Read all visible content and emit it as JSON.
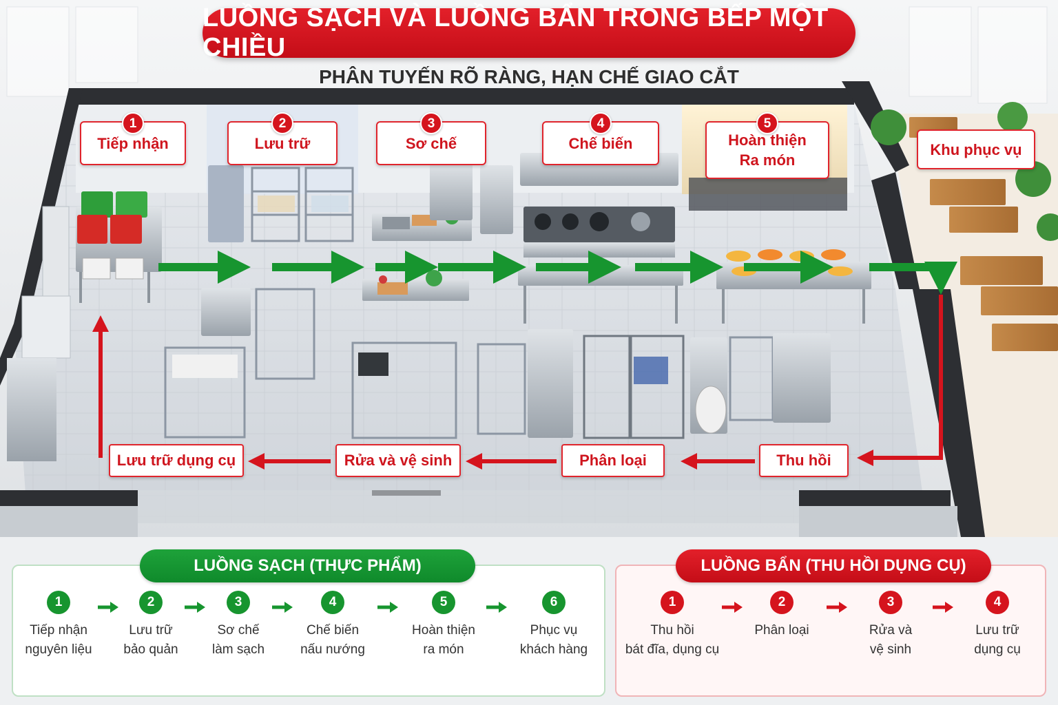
{
  "header": {
    "title": "LUỒNG SẠCH VÀ LUỒNG BẨN TRONG BẾP MỘT CHIỀU",
    "subtitle": "PHÂN TUYẾN RÕ RÀNG, HẠN CHẾ GIAO CẮT"
  },
  "clean_flow_stations": [
    {
      "number": "1",
      "label": "Tiếp nhận"
    },
    {
      "number": "2",
      "label": "Lưu trữ"
    },
    {
      "number": "3",
      "label": "Sơ chế"
    },
    {
      "number": "4",
      "label": "Chế biến"
    },
    {
      "number": "5",
      "label": "Hoàn thiện\nRa món"
    },
    {
      "label": "Khu phục vụ"
    }
  ],
  "dirty_flow_stations": [
    {
      "label": "Thu hồi"
    },
    {
      "label": "Phân loại"
    },
    {
      "label": "Rửa và vệ sinh"
    },
    {
      "label": "Lưu trữ dụng cụ"
    }
  ],
  "legend_clean": {
    "title": "LUỒNG SẠCH (THỰC PHẨM)",
    "steps": [
      {
        "number": "1",
        "label": "Tiếp nhận\nnguyên liệu"
      },
      {
        "number": "2",
        "label": "Lưu trữ\nbảo quản"
      },
      {
        "number": "3",
        "label": "Sơ chế\nlàm sạch"
      },
      {
        "number": "4",
        "label": "Chế biến\nnấu nướng"
      },
      {
        "number": "5",
        "label": "Hoàn thiện\nra món"
      },
      {
        "number": "6",
        "label": "Phục vụ\nkhách hàng"
      }
    ]
  },
  "legend_dirty": {
    "title": "LUỒNG BẨN (THU HỒI DỤNG CỤ)",
    "steps": [
      {
        "number": "1",
        "label": "Thu hồi\nbát đĩa, dụng cụ"
      },
      {
        "number": "2",
        "label": "Phân loại"
      },
      {
        "number": "3",
        "label": "Rửa và\nvệ sinh"
      },
      {
        "number": "4",
        "label": "Lưu trữ\ndụng cụ"
      }
    ]
  },
  "colors": {
    "clean": "#17952f",
    "dirty": "#d5141d",
    "steel": "#b9c0c6",
    "wall": "#2d2f33"
  }
}
